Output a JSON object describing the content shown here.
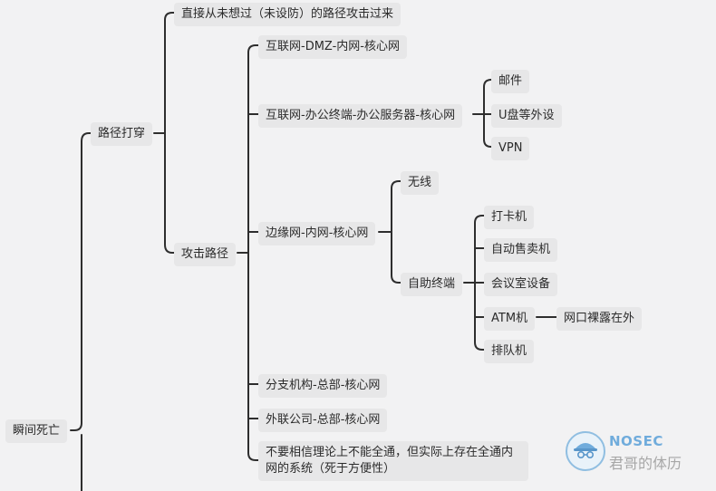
{
  "root": {
    "label": "瞬间死亡"
  },
  "path_through": {
    "label": "路径打穿"
  },
  "direct_attack": {
    "label": "直接从未想过（未设防）的路径攻击过来"
  },
  "attack_path": {
    "label": "攻击路径"
  },
  "paths": {
    "internet_dmz": "互联网-DMZ-内网-核心网",
    "internet_office": "互联网-办公终端-办公服务器-核心网",
    "edge_net": "边缘网-内网-核心网",
    "branch": "分支机构-总部-核心网",
    "external": "外联公司-总部-核心网",
    "no_trust": "不要相信理论上不能全通，但实际上存在全通内网的系统（死于方便性）"
  },
  "office_children": [
    "邮件",
    "U盘等外设",
    "VPN"
  ],
  "edge_children": {
    "wireless": "无线",
    "self_service": "自助终端"
  },
  "terminal_children": [
    "打卡机",
    "自动售卖机",
    "会议室设备",
    "ATM机",
    "排队机"
  ],
  "atm_child": "网口裸露在外",
  "watermark": {
    "brand": "NOSEC",
    "text": "君哥的体历"
  },
  "colors": {
    "line": "#2e2e2e",
    "node_bg": "#e7e7e8",
    "background": "#f2f2f3",
    "brand": "#5aa0d8"
  }
}
